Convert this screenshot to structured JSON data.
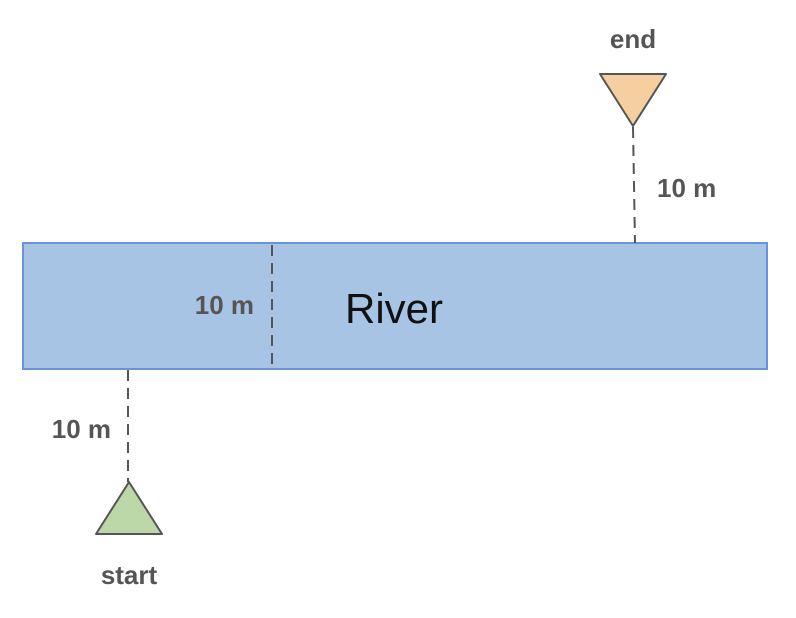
{
  "diagram": {
    "river_label": "River",
    "river_width_label": "10 m",
    "start": {
      "label": "start",
      "distance_label": "10 m"
    },
    "end": {
      "label": "end",
      "distance_label": "10 m"
    }
  },
  "colors": {
    "river_fill": "#a8c4e5",
    "river_stroke": "#6b93db",
    "start_marker": "#bcd8a9",
    "end_marker": "#f6cfa1",
    "label_text": "#555555"
  },
  "icons": {
    "start_marker": "triangle-up",
    "end_marker": "triangle-down"
  }
}
